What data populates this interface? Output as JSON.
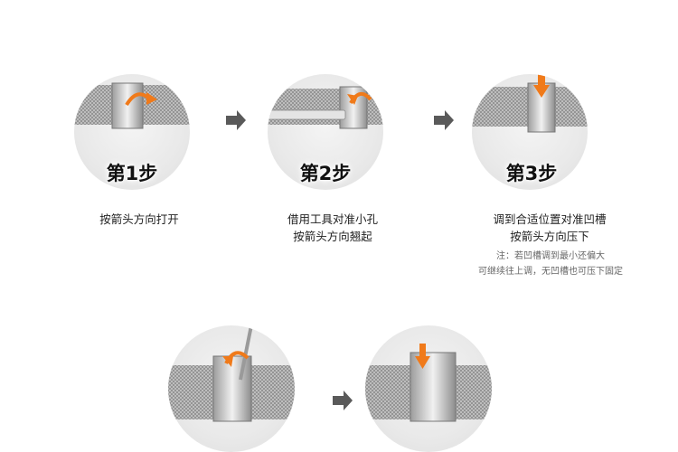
{
  "steps": [
    {
      "title": "第1步",
      "caption_lines": [
        "按箭头方向打开"
      ]
    },
    {
      "title": "第2步",
      "caption_lines": [
        "借用工具对准小孔",
        "按箭头方向翘起"
      ]
    },
    {
      "title": "第3步",
      "caption_lines": [
        "调到合适位置对准凹槽",
        "按箭头方向压下"
      ],
      "note_lines": [
        "注：若凹槽调到最小还偏大",
        "可继续往上调，无凹槽也可压下固定"
      ]
    }
  ],
  "colors": {
    "accent_orange": "#f07a1a",
    "arrow_gray": "#5a5a5a",
    "mesh": "#9a9a9a"
  }
}
